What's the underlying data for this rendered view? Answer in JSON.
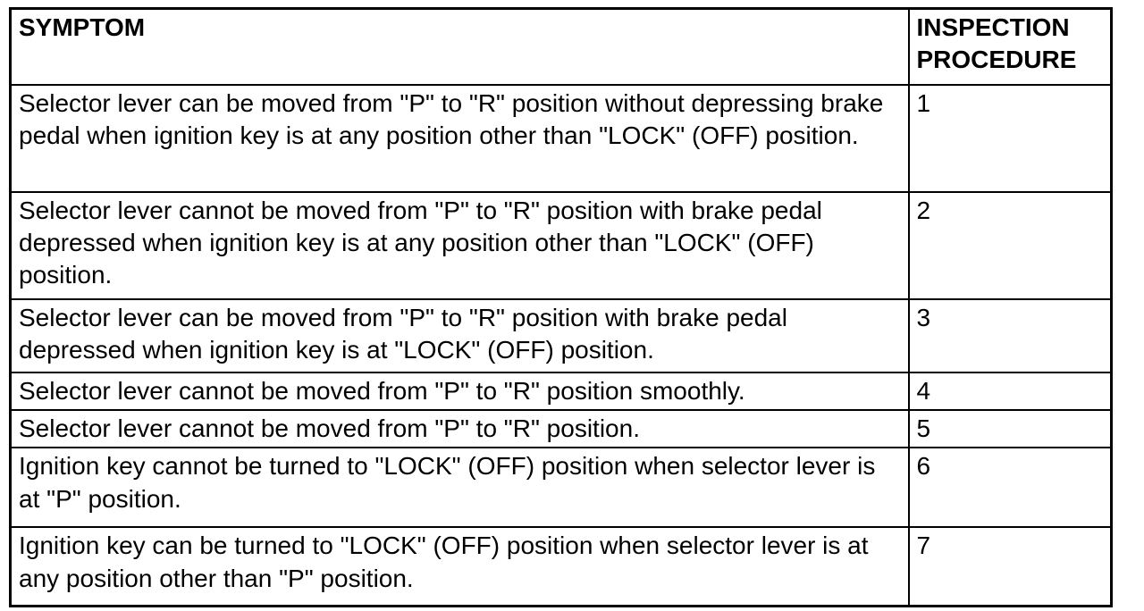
{
  "colors": {
    "border": "#000000",
    "background": "#ffffff",
    "text": "#000000"
  },
  "table": {
    "headers": {
      "symptom": "SYMPTOM",
      "procedure": "INSPECTION PROCEDURE"
    },
    "rows": [
      {
        "symptom": "Selector lever can be moved from \"P\" to \"R\" position without depressing brake pedal when ignition key is at any position other than \"LOCK\" (OFF) position.",
        "procedure": "1"
      },
      {
        "symptom": "Selector lever cannot be moved from \"P\" to \"R\" position with brake pedal depressed when ignition key is at any position other than \"LOCK\" (OFF) position.",
        "procedure": "2"
      },
      {
        "symptom": "Selector lever can be moved from \"P\" to \"R\" position with brake pedal depressed when ignition key is at \"LOCK\" (OFF) position.",
        "procedure": "3"
      },
      {
        "symptom": "Selector lever cannot be moved from \"P\" to \"R\" position smoothly.",
        "procedure": "4"
      },
      {
        "symptom": "Selector lever cannot be moved from \"P\" to \"R\" position.",
        "procedure": "5"
      },
      {
        "symptom": "Ignition key cannot be turned to \"LOCK\" (OFF) position when selector lever is at \"P\" position.",
        "procedure": "6"
      },
      {
        "symptom": "Ignition key can be turned to \"LOCK\" (OFF) position when selector lever is at any position other than \"P\" position.",
        "procedure": "7"
      }
    ]
  }
}
